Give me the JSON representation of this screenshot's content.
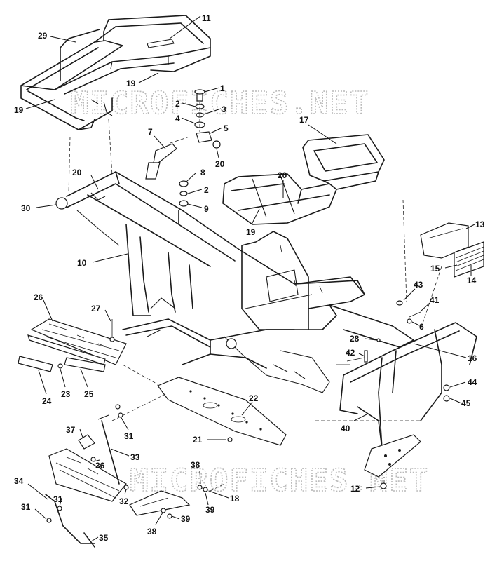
{
  "watermark": "MICROFICHES.NET",
  "callouts": {
    "c1": "1",
    "c2a": "2",
    "c2b": "2",
    "c3": "3",
    "c4": "4",
    "c5": "5",
    "c6": "6",
    "c7": "7",
    "c8": "8",
    "c9": "9",
    "c10": "10",
    "c11": "11",
    "c12": "12",
    "c13": "13",
    "c14": "14",
    "c15": "15",
    "c16": "16",
    "c17": "17",
    "c18": "18",
    "c19a": "19",
    "c19b": "19",
    "c19c": "19",
    "c20a": "20",
    "c20b": "20",
    "c20c": "20",
    "c21": "21",
    "c22": "22",
    "c23": "23",
    "c24": "24",
    "c25": "25",
    "c26": "26",
    "c27": "27",
    "c28": "28",
    "c29": "29",
    "c30": "30",
    "c31a": "31",
    "c31b": "31",
    "c31c": "31",
    "c32": "32",
    "c33": "33",
    "c34": "34",
    "c35": "35",
    "c36": "36",
    "c37": "37",
    "c38a": "38",
    "c38b": "38",
    "c39a": "39",
    "c39b": "39",
    "c40": "40",
    "c41": "41",
    "c42": "42",
    "c43": "43",
    "c44": "44",
    "c45": "45"
  }
}
